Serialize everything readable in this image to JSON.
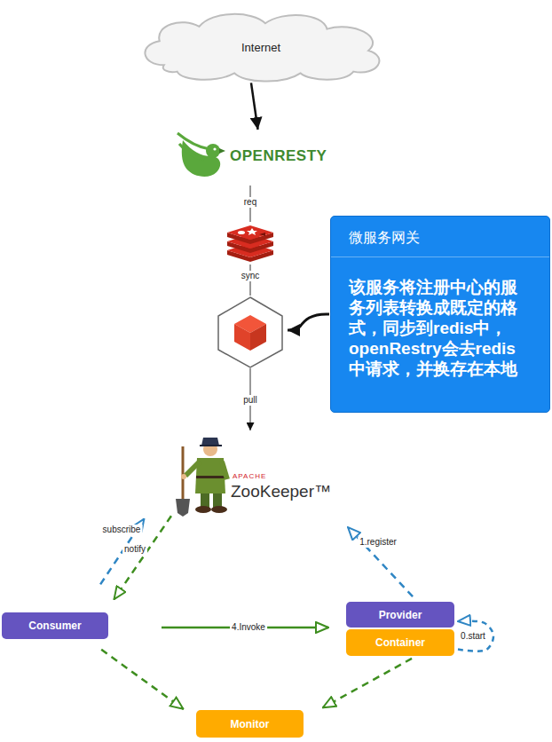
{
  "diagram": {
    "nodes": [
      {
        "text": [
          "Internet"
        ]
      },
      {
        "text": [
          "OPENRESTY"
        ]
      },
      {
        "text": [
          "微服务网关",
          "该服务将注册中心的服务列表转换成既定的格式，同步到redis中，openRestry会去redis中请求，并换存在本地"
        ]
      },
      {
        "text": [
          "APACHE",
          "ZooKeeper™"
        ]
      },
      {
        "text": [
          "Consumer"
        ]
      },
      {
        "text": [
          "Provider"
        ]
      },
      {
        "text": [
          "Container"
        ]
      },
      {
        "text": [
          "Monitor"
        ]
      }
    ],
    "edges": [
      {
        "from": 0,
        "to": 1,
        "arrow": "to"
      },
      {
        "from": 4,
        "to": 3,
        "label": "subscribe",
        "arrow": "to"
      },
      {
        "from": 3,
        "to": 4,
        "label": "notify",
        "arrow": "to"
      },
      {
        "from": 5,
        "to": 3,
        "label": "1.register",
        "arrow": "to"
      },
      {
        "from": 4,
        "to": 5,
        "label": "4.Invoke",
        "arrow": "to"
      },
      {
        "from": 6,
        "to": 5,
        "label": "0.start",
        "arrow": "to"
      },
      {
        "from": 4,
        "to": 7,
        "arrow": "to"
      },
      {
        "from": 6,
        "to": 7,
        "arrow": "to"
      }
    ],
    "labels": [
      "req",
      "sync",
      "pull"
    ]
  }
}
